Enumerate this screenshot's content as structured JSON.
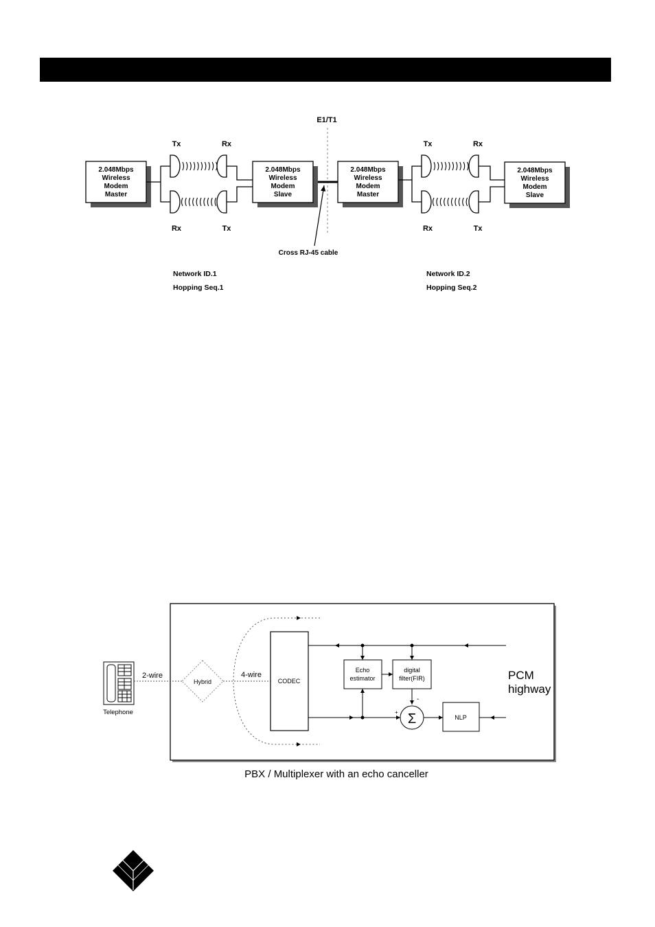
{
  "header": {
    "title": ""
  },
  "diagram1": {
    "e1t1_label": "E1/T1",
    "units": [
      {
        "line1": "2.048Mbps",
        "line2": "Wireless",
        "line3": "Modem",
        "line4": "Master"
      },
      {
        "line1": "2.048Mbps",
        "line2": "Wireless",
        "line3": "Modem",
        "line4": "Slave"
      },
      {
        "line1": "2.048Mbps",
        "line2": "Wireless",
        "line3": "Modem",
        "line4": "Master"
      },
      {
        "line1": "2.048Mbps",
        "line2": "Wireless",
        "line3": "Modem",
        "line4": "Slave"
      }
    ],
    "tx": "Tx",
    "rx": "Rx",
    "cable_label": "Cross RJ-45 cable",
    "network1": {
      "id": "Network ID.1",
      "seq": "Hopping Seq.1"
    },
    "network2": {
      "id": "Network ID.2",
      "seq": "Hopping Seq.2"
    }
  },
  "diagram2": {
    "telephone": "Telephone",
    "two_wire": "2-wire",
    "hybrid": "Hybrid",
    "four_wire": "4-wire",
    "codec": "CODEC",
    "echo_line1": "Echo",
    "echo_line2": "estimator",
    "filter_line1": "digital",
    "filter_line2": "filter(FIR)",
    "nlp": "NLP",
    "plus": "+",
    "minus": "-",
    "sigma": "Σ",
    "pcm_line1": "PCM",
    "pcm_line2": "highway",
    "caption": "PBX / Multiplexer with an echo canceller"
  },
  "footer": {
    "logo_icon": "black-box-diamond-logo-icon"
  }
}
